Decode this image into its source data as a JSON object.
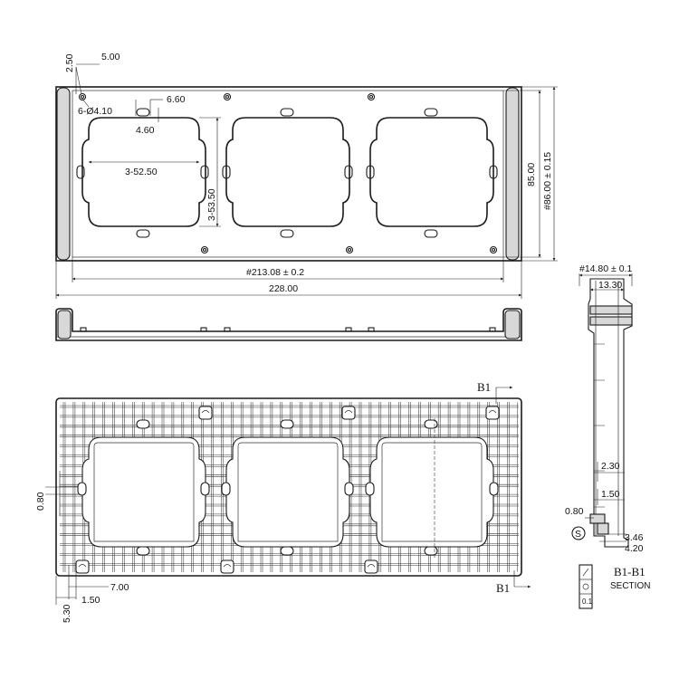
{
  "front_view": {
    "dims": {
      "top_a": "2.50",
      "top_b": "5.00",
      "holes": "6-Ø4.10",
      "tab_w": "6.60",
      "tab_h": "4.60",
      "opening_w": "3-52.50",
      "opening_h": "3-53.50",
      "height_inner": "85.00",
      "height_outer": "#86.00 ± 0.15",
      "width_inner": "#213.08 ± 0.2",
      "width_total": "228.00"
    }
  },
  "back_view": {
    "dims": {
      "left_080": "0.80",
      "bottom_700": "7.00",
      "bottom_150": "1.50",
      "bottom_530": "5.30"
    },
    "section_marker_top": "B1",
    "section_marker_bottom": "B1"
  },
  "section_view": {
    "dims": {
      "depth_outer": "#14.80 ± 0.1",
      "depth_inner": "13.30",
      "d_230": "2.30",
      "d_150": "1.50",
      "d_080": "0.80",
      "d_346": "3.46",
      "d_420": "4.20"
    },
    "title": "B1-B1",
    "subtitle": "SECTION",
    "symbol_s": "S"
  }
}
